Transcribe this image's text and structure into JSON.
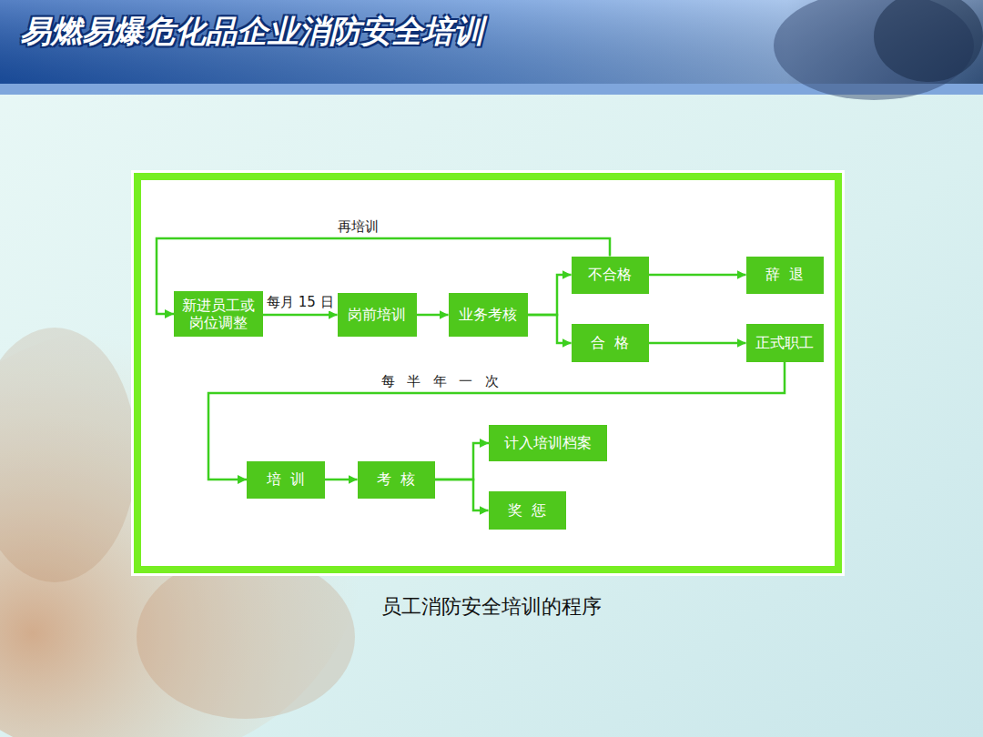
{
  "diagram": {
    "title": "易燃易爆危化品企业消防安全培训",
    "caption": "员工消防安全培训的程序",
    "nodes": [
      {
        "text": [
          "新进员工或 岗位调整"
        ]
      },
      {
        "text": [
          "岗前培训"
        ]
      },
      {
        "text": [
          "业务考核"
        ]
      },
      {
        "text": [
          "不合格"
        ]
      },
      {
        "text": [
          "合格"
        ]
      },
      {
        "text": [
          "辞退"
        ]
      },
      {
        "text": [
          "正式职工"
        ]
      },
      {
        "text": [
          "培训"
        ]
      },
      {
        "text": [
          "考核"
        ]
      },
      {
        "text": [
          "计入培训档案"
        ]
      },
      {
        "text": [
          "奖惩"
        ]
      }
    ],
    "edges": [
      {
        "from": 0,
        "to": 1,
        "arrow": "to",
        "label": "每月 15 日"
      },
      {
        "from": 1,
        "to": 2,
        "arrow": "to"
      },
      {
        "from": 2,
        "to": 3,
        "arrow": "to"
      },
      {
        "from": 2,
        "to": 4,
        "arrow": "to"
      },
      {
        "from": 3,
        "to": 5,
        "arrow": "to"
      },
      {
        "from": 4,
        "to": 6,
        "arrow": "to"
      },
      {
        "from": 3,
        "to": 0,
        "arrow": "to",
        "label": "再培训"
      },
      {
        "from": 6,
        "to": 7,
        "arrow": "to",
        "label": "每半年一次"
      },
      {
        "from": 7,
        "to": 8,
        "arrow": "to"
      },
      {
        "from": 8,
        "to": 9,
        "arrow": "to"
      },
      {
        "from": 8,
        "to": 10,
        "arrow": "to"
      }
    ]
  }
}
